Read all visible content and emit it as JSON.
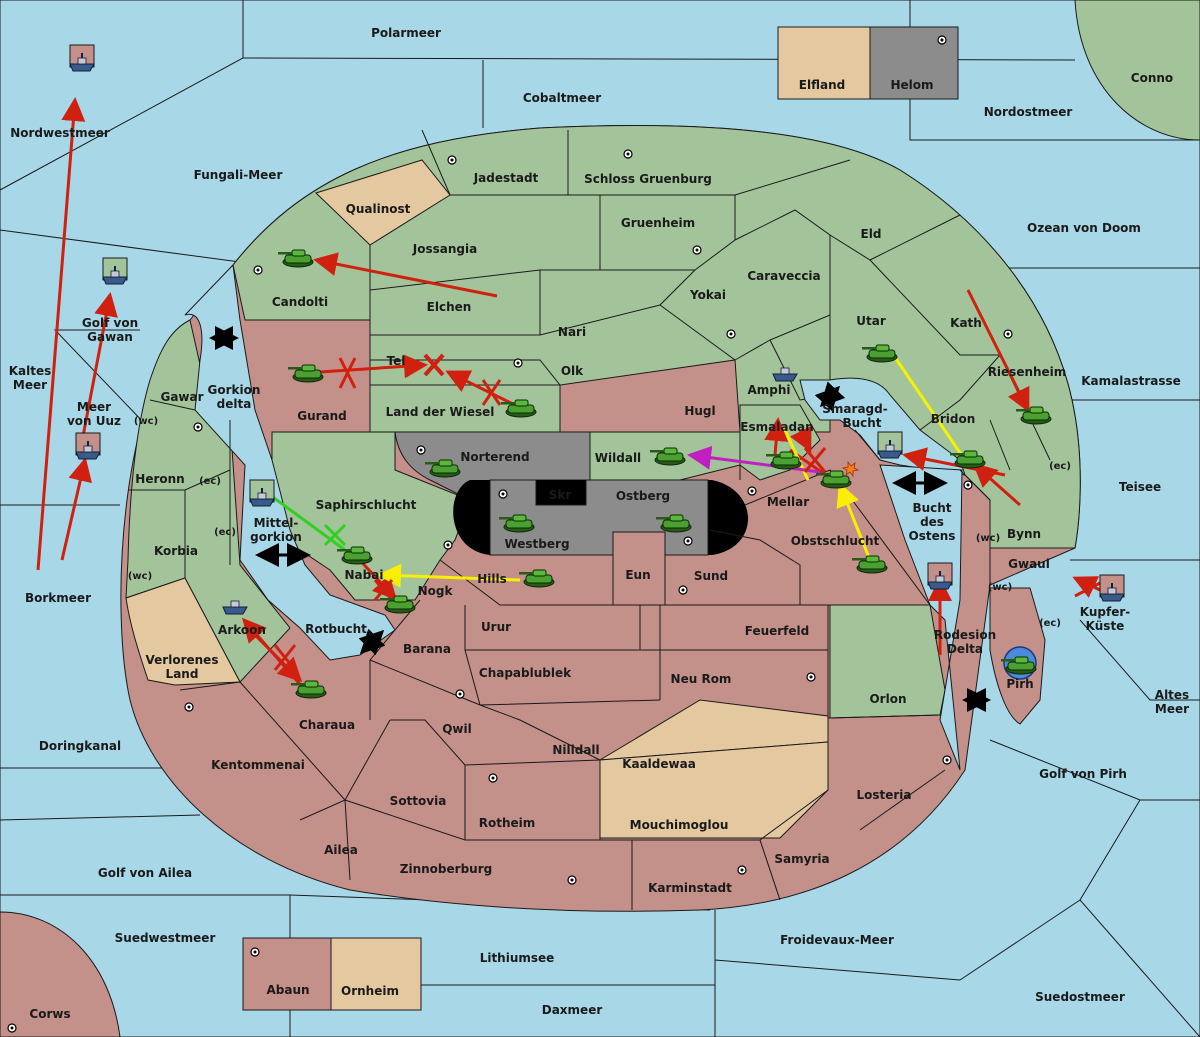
{
  "colors": {
    "sea": "#a8d8e8",
    "green": "#a3c49a",
    "red": "#c4908a",
    "tan": "#e4c8a0",
    "gray": "#8c8c8c",
    "move_red": "#d02010",
    "move_yellow": "#f8f000",
    "move_magenta": "#c020c0",
    "move_green": "#30d020"
  },
  "seas": {
    "polarmeer": "Polarmeer",
    "cobaltmeer": "Cobaltmeer",
    "nordostmeer": "Nordostmeer",
    "conno": "Conno",
    "nordwestmeer": "Nordwestmeer",
    "fungali": "Fungali-Meer",
    "ozean": "Ozean von Doom",
    "golf_gawan_1": "Golf von",
    "golf_gawan_2": "Gawan",
    "kaltes_1": "Kaltes",
    "kaltes_2": "Meer",
    "meer_uuz_1": "Meer",
    "meer_uuz_2": "von Uuz",
    "kamalastrasse": "Kamalastrasse",
    "gorkion_1": "Gorkion",
    "gorkion_2": "delta",
    "smaragd_1": "Smaragd-",
    "smaragd_2": "Bucht",
    "teisee": "Teisee",
    "mittel_1": "Mittel-",
    "mittel_2": "gorkion",
    "bucht_1": "Bucht",
    "bucht_2": "des",
    "bucht_3": "Ostens",
    "borkmeer": "Borkmeer",
    "kupfer_1": "Kupfer-",
    "kupfer_2": "Küste",
    "rotbucht": "Rotbucht",
    "rodesion_1": "Rodesion",
    "rodesion_2": "Delta",
    "altes_1": "Altes",
    "altes_2": "Meer",
    "doringkanal": "Doringkanal",
    "golf_pirh": "Golf von Pirh",
    "golf_ailea": "Golf von Ailea",
    "suedwestmeer": "Suedwestmeer",
    "froidevaux": "Froidevaux-Meer",
    "lithiumsee": "Lithiumsee",
    "suedostmeer": "Suedostmeer",
    "daxmeer": "Daxmeer",
    "corws": "Corws"
  },
  "lands": {
    "elfland": "Elfland",
    "helom": "Helom",
    "jadestadt": "Jadestadt",
    "schloss": "Schloss Gruenburg",
    "qualinost": "Qualinost",
    "gruenheim": "Gruenheim",
    "eld": "Eld",
    "jossangia": "Jossangia",
    "caraveccia": "Caraveccia",
    "candolti": "Candolti",
    "elchen": "Elchen",
    "yokai": "Yokai",
    "utar": "Utar",
    "kath": "Kath",
    "nari": "Nari",
    "tel": "Tel",
    "olk": "Olk",
    "amphi": "Amphi",
    "riesenheim": "Riesenheim",
    "gawar": "Gawar",
    "gurand": "Gurand",
    "wiesel": "Land der Wiesel",
    "hugl": "Hugl",
    "bridon": "Bridon",
    "esmaladan": "Esmaladan",
    "heronn": "Heronn",
    "norterend": "Norterend",
    "wildall": "Wildall",
    "skr": "Skr",
    "ostberg": "Ostberg",
    "mellar": "Mellar",
    "saphir": "Saphirschlucht",
    "westberg": "Westberg",
    "bynn": "Bynn",
    "korbia": "Korbia",
    "obstschlucht": "Obstschlucht",
    "gwaul": "Gwaul",
    "nabai": "Nabai",
    "hills": "Hills",
    "eun": "Eun",
    "sund": "Sund",
    "nogk": "Nogk",
    "arkoon": "Arkoon",
    "urur": "Urur",
    "feuerfeld": "Feuerfeld",
    "barana": "Barana",
    "verlorenes_1": "Verlorenes",
    "verlorenes_2": "Land",
    "chapablublek": "Chapablublek",
    "neurom": "Neu Rom",
    "pirh": "Pirh",
    "orlon": "Orlon",
    "charaua": "Charaua",
    "qwil": "Qwil",
    "nilldall": "Nilldall",
    "kentommenai": "Kentommenai",
    "kaaldewaa": "Kaaldewaa",
    "sottovia": "Sottovia",
    "losteria": "Losteria",
    "rotheim": "Rotheim",
    "mouchimoglou": "Mouchimoglou",
    "ailea": "Ailea",
    "samyria": "Samyria",
    "zinnoberburg": "Zinnoberburg",
    "karminstadt": "Karminstadt",
    "abaun": "Abaun",
    "ornheim": "Ornheim"
  },
  "coasts": {
    "wc": "(wc)",
    "ec": "(ec)"
  }
}
